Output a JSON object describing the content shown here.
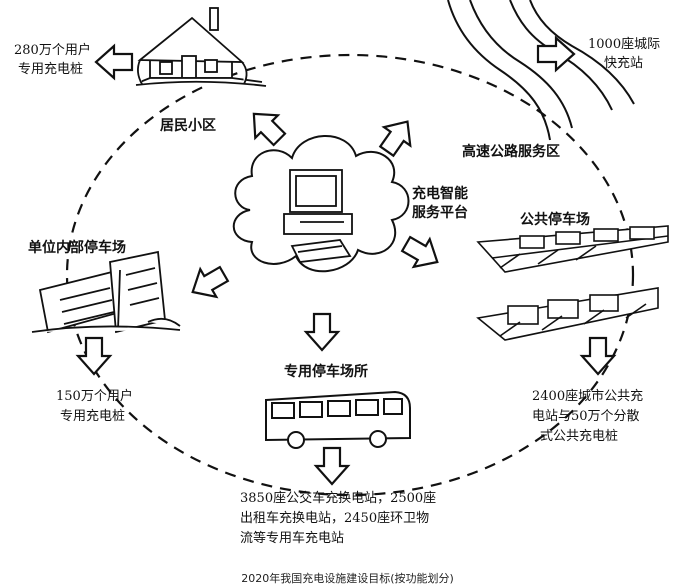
{
  "center": {
    "label_line1": "充电智能",
    "label_line2": "服务平台"
  },
  "nodes": {
    "residential": {
      "name": "居民小区",
      "target_line1": "280万个用户",
      "target_line2": "专用充电桩"
    },
    "highway": {
      "name": "高速公路服务区",
      "target_line1": "1000座城际",
      "target_line2": "快充站"
    },
    "public_parking": {
      "name": "公共停车场",
      "target_line1": "2400座城市公共充",
      "target_line2": "电站与50万个分散",
      "target_line3": "式公共充电桩"
    },
    "dedicated_parking": {
      "name": "专用停车场所",
      "target_line1": "3850座公交车充换电站，2500座",
      "target_line2": "出租车充换电站，2450座环卫物",
      "target_line3": "流等专用车充电站"
    },
    "workplace": {
      "name": "单位内部停车场",
      "target_line1": "150万个用户",
      "target_line2": "专用充电桩"
    }
  },
  "caption": "2020年我国充电设施建设目标(按功能划分)",
  "colors": {
    "line": "#111111",
    "background": "#ffffff"
  }
}
